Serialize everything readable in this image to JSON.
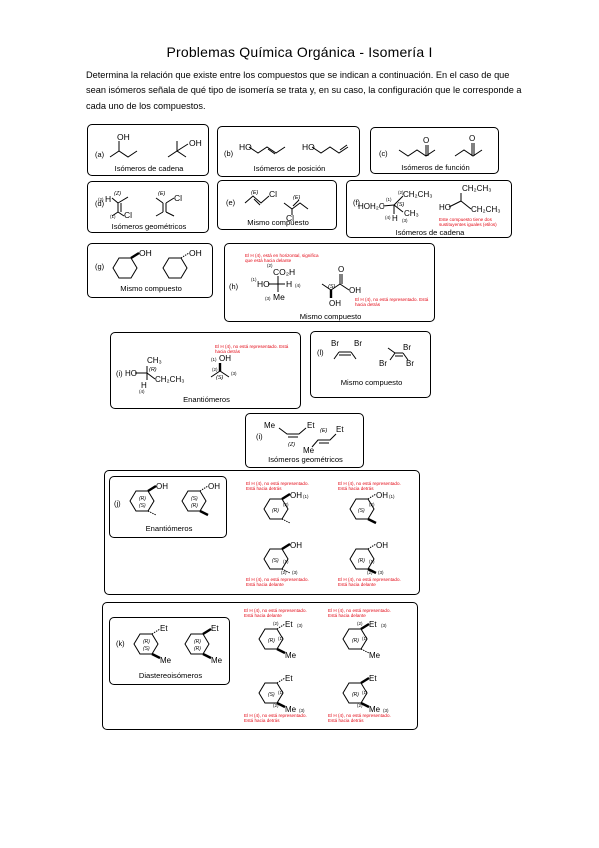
{
  "title": "Problemas Química Orgánica - Isomería I",
  "intro": "Determina la relación que existe entre los compuestos que se indican a continuación. En el caso de que sean isómeros señala de qué tipo de isomería se trata y, en su caso, la configuración que le corresponde a cada uno de los compuestos.",
  "colors": {
    "annotation": "#e30613",
    "ink": "#000000"
  },
  "problems": {
    "a": {
      "tag": "(a)",
      "answer": "Isómeros de cadena",
      "labels": [
        "OH",
        "OH"
      ]
    },
    "b": {
      "tag": "(b)",
      "answer": "Isómeros de posición",
      "labels": [
        "HO",
        "HO"
      ]
    },
    "c": {
      "tag": "(c)",
      "answer": "Isómeros de función",
      "labels": [
        "O",
        "O"
      ]
    },
    "d": {
      "tag": "(d)",
      "answer": "Isómeros geométricos",
      "labels": [
        "H",
        "Cl",
        "Cl",
        "(E)",
        "(Z)",
        "(2)",
        "(1)"
      ]
    },
    "e": {
      "tag": "(e)",
      "answer": "Mismo compuesto",
      "labels": [
        "Cl",
        "Cl",
        "(E)",
        "(E)"
      ]
    },
    "f": {
      "tag": "(f)",
      "answer": "Isómeros de cadena",
      "labels": [
        "CH₂CH₃",
        "HOH₂C",
        "CH₃",
        "H",
        "HO",
        "CH₂CH₃",
        "(S)",
        "(1)",
        "(2)",
        "(3)",
        "(4)"
      ],
      "note": "Este compuesto tiene dos sustituyentes iguales (etilos)"
    },
    "g": {
      "tag": "(g)",
      "answer": "Mismo compuesto",
      "labels": [
        "OH",
        "OH"
      ]
    },
    "h": {
      "tag": "(h)",
      "answer": "Mismo compuesto",
      "labels": [
        "CO₂H",
        "HO",
        "H",
        "Me",
        "O",
        "OH",
        "OH",
        "(S)",
        "(1)",
        "(2)",
        "(3)",
        "(4)"
      ],
      "note_top": "El H (4), está en horizontal, significa que está hacia delante",
      "note_bottom": "El H (4), no está representado. Está hacia detrás"
    },
    "i": {
      "tag": "(i)",
      "answer": "Enantiómeros",
      "labels": [
        "CH₃",
        "HO",
        "CH₂CH₃",
        "H",
        "OH",
        "(R)",
        "(S)",
        "(1)",
        "(2)",
        "(3)",
        "(4)"
      ],
      "note": "El H (4), no está representado. Está hacia detrás"
    },
    "l": {
      "tag": "(l)",
      "answer": "Mismo compuesto",
      "labels": [
        "Br",
        "Br",
        "Br",
        "Br"
      ]
    },
    "i2": {
      "tag": "(i)",
      "answer": "Isómeros geométricos",
      "labels": [
        "Me",
        "Et",
        "Me",
        "Et",
        "(Z)",
        "(E)"
      ]
    },
    "j": {
      "tag": "(j)",
      "answer": "Enantiómeros",
      "labels": [
        "OH",
        "OH",
        "(R)",
        "(S)",
        "(S)",
        "(R)",
        "(1)",
        "(2)",
        "(3)"
      ],
      "notes": [
        "El H (4), no está representado. Está hacia detrás",
        "El H (4), no está representado. Está hacia detrás",
        "El H (4), no está representado. Está hacia delante",
        "El H (4), no está representado. Está hacia delante"
      ]
    },
    "k": {
      "tag": "(k)",
      "answer": "Diastereoisómeros",
      "labels": [
        "Et",
        "Me",
        "Et",
        "Me",
        "(R)",
        "(S)",
        "(1)",
        "(2)",
        "(3)"
      ],
      "notes": [
        "El H (4), no está representado. Está hacia delante",
        "El H (4), no está representado. Está hacia delante",
        "El H (4), no está representado. Está hacia detrás",
        "El H (4), no está representado. Está hacia detrás"
      ]
    }
  }
}
